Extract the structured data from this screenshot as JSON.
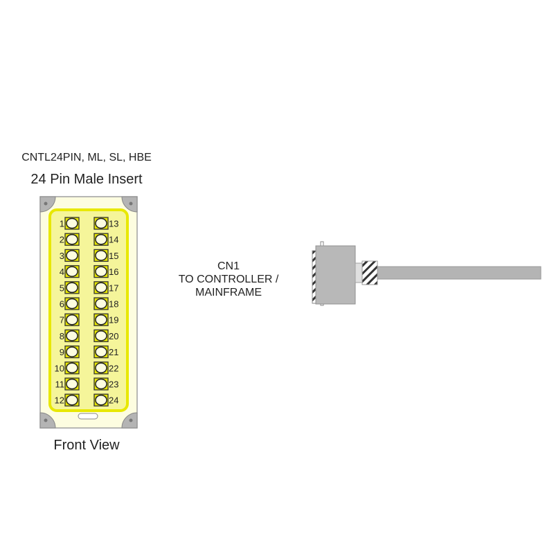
{
  "header": {
    "part_numbers": "CNTL24PIN, ML, SL, HBE",
    "insert_title": "24 Pin Male Insert"
  },
  "footer": {
    "view_label": "Front View"
  },
  "connector": {
    "label_line1": "CN1",
    "label_line2": "TO CONTROLLER /",
    "label_line3": "MAINFRAME"
  },
  "pins": {
    "left_column": [
      "1",
      "2",
      "3",
      "4",
      "5",
      "6",
      "7",
      "8",
      "9",
      "10",
      "11",
      "12"
    ],
    "right_column": [
      "13",
      "14",
      "15",
      "16",
      "17",
      "18",
      "19",
      "20",
      "21",
      "22",
      "23",
      "24"
    ]
  },
  "colors": {
    "insert_fill": "#fdfde0",
    "insert_border": "#a0a0a0",
    "yellow_zone": "#f5f59a",
    "yellow_border": "#e8e800",
    "pin_fill": "#e6e600",
    "corner_gray": "#b4b4b4",
    "cable_gray": "#b4b4b4"
  }
}
